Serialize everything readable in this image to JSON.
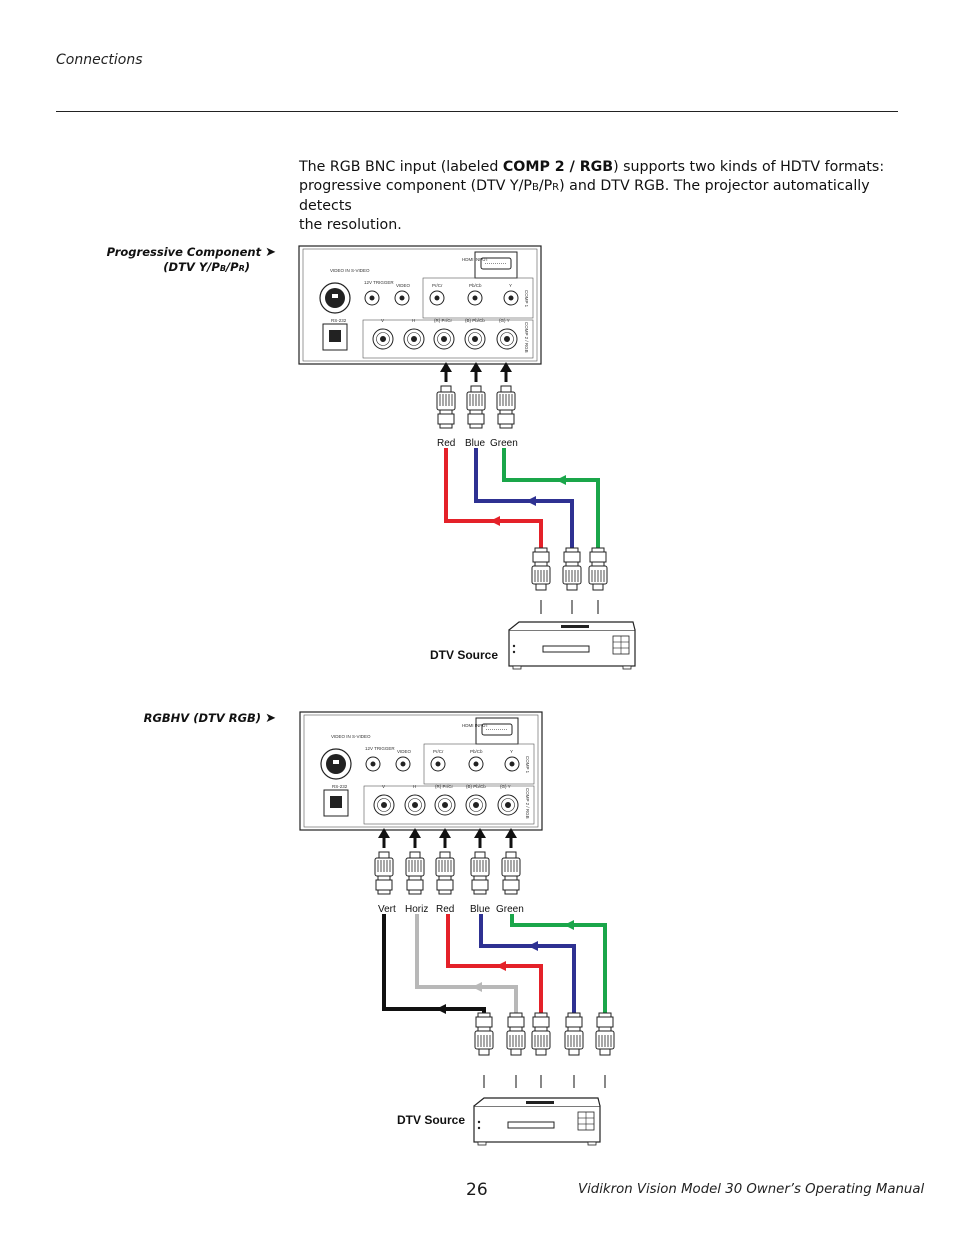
{
  "header": {
    "section": "Connections"
  },
  "intro": {
    "part1": "The RGB BNC input (labeled ",
    "bold": "COMP 2 / RGB",
    "part2": ") supports two kinds of HDTV formats:",
    "part3": "progressive component (DTV Y/P",
    "sub_b": "B",
    "part4": "/P",
    "sub_r": "R",
    "part5": ") and DTV RGB. The projector automatically detects",
    "part6": "the resolution."
  },
  "diagram1": {
    "label_line1": "Progressive Component",
    "label_line2a": "(DTV Y/P",
    "label_sub_b": "B",
    "label_line2b": "/P",
    "label_sub_r": "R",
    "label_line2c": ")",
    "cables": [
      "Red",
      "Blue",
      "Green"
    ],
    "source": "DTV Source"
  },
  "diagram2": {
    "label": "RGBHV (DTV RGB)",
    "cables": [
      "Vert",
      "Horiz",
      "Red",
      "Blue",
      "Green"
    ],
    "source": "DTV Source"
  },
  "panel": {
    "hdmi": "HDMI INPUT",
    "svideo": "VIDEO IN S-VIDEO",
    "trigger": "12V TRIGGER",
    "video": "VIDEO",
    "rs232": "RS-232",
    "comp1": "COMP 1",
    "comp2": "COMP 2 / RGB",
    "pr_cr": "Pr/Cr",
    "pb_cb": "Pb/Cb",
    "y": "Y",
    "v": "V",
    "h": "H",
    "r_pr": "(R) Pr/Cr",
    "b_pb": "(B) Pb/Cb",
    "g_y": "(G) Y"
  },
  "colors": {
    "red": "#e42129",
    "blue": "#2e3192",
    "green": "#1aa64a",
    "black": "#111111",
    "gray": "#b8b8b8"
  },
  "footer": {
    "page": "26",
    "title": "Vidikron Vision Model 30 Owner’s Operating Manual"
  }
}
